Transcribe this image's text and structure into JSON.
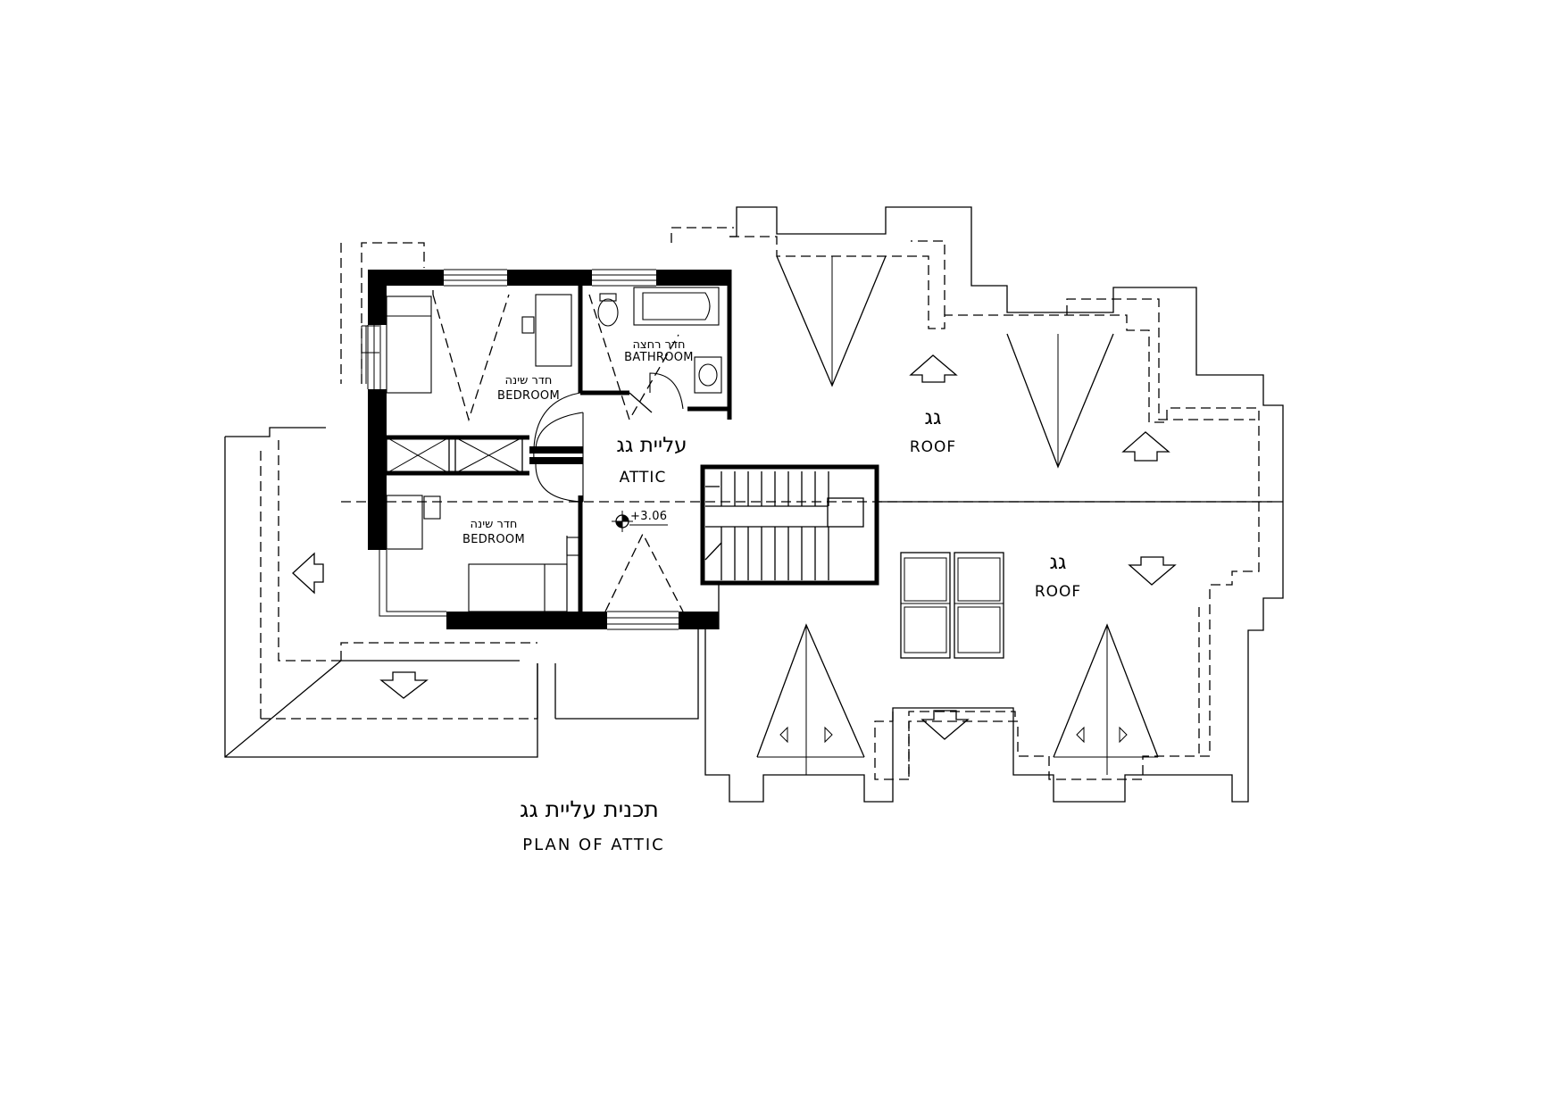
{
  "rooms": {
    "bedroom_top": {
      "label_he": "חדר שינה",
      "label_en": "BEDROOM"
    },
    "bedroom_bottom": {
      "label_he": "חדר שינה",
      "label_en": "BEDROOM"
    },
    "bathroom": {
      "label_he": "חדר רחצה",
      "label_en": "BATHROOM"
    },
    "attic": {
      "label_he": "עליית גג",
      "label_en": "ATTIC"
    }
  },
  "level_mark": "+3.06",
  "roof_upper": {
    "label_he": "גג",
    "label_en": "ROOF"
  },
  "roof_lower": {
    "label_he": "גג",
    "label_en": "ROOF"
  },
  "drawing_title": {
    "he": "תכנית עליית גג",
    "en": "PLAN OF ATTIC"
  }
}
